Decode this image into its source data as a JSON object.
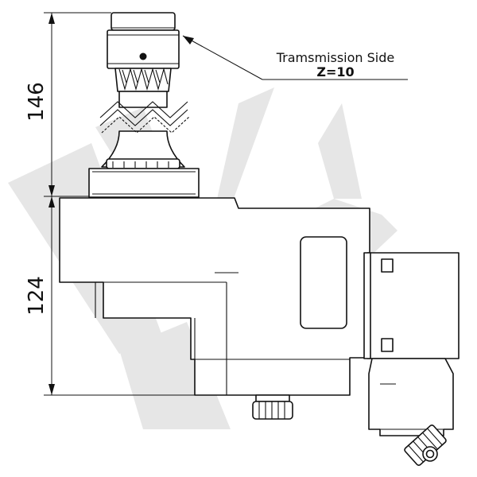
{
  "callout": {
    "line1": "Tramsmission Side",
    "line2": "Z=10"
  },
  "dimensions": {
    "upper": "146",
    "lower": "124"
  },
  "watermark": {
    "color": "#e6e6e6"
  },
  "colors": {
    "line": "#111111",
    "background": "#ffffff"
  }
}
